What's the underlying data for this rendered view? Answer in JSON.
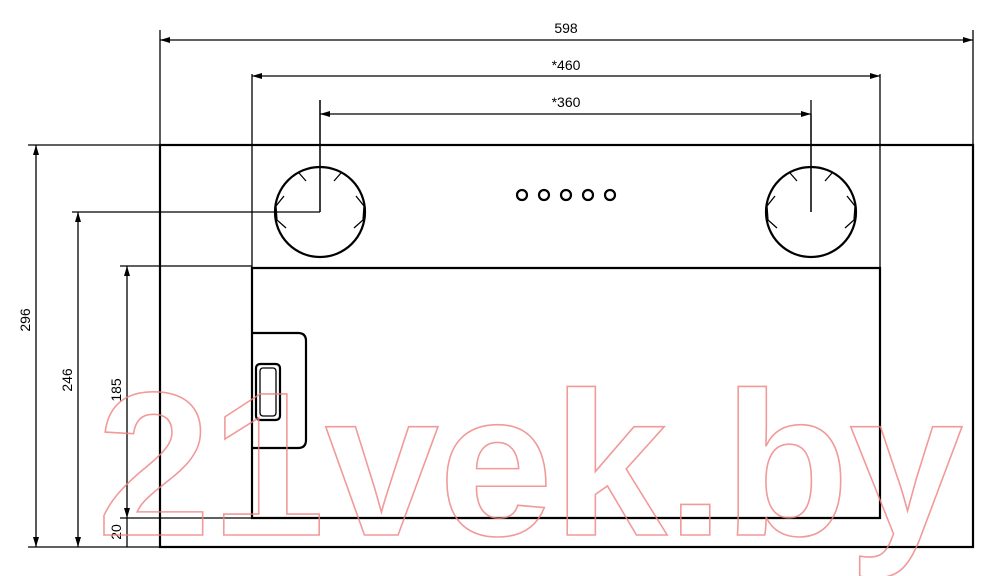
{
  "dimensions": {
    "width_total": "598",
    "width_inner": "*460",
    "width_holes": "*360",
    "height_total": "296",
    "height_246": "246",
    "height_185": "185",
    "height_20": "20"
  },
  "controls": {
    "button_count": 5
  },
  "watermark": {
    "text": "21vek.by",
    "color": "#f08080"
  },
  "colors": {
    "lines": "#000000",
    "background": "#ffffff"
  }
}
